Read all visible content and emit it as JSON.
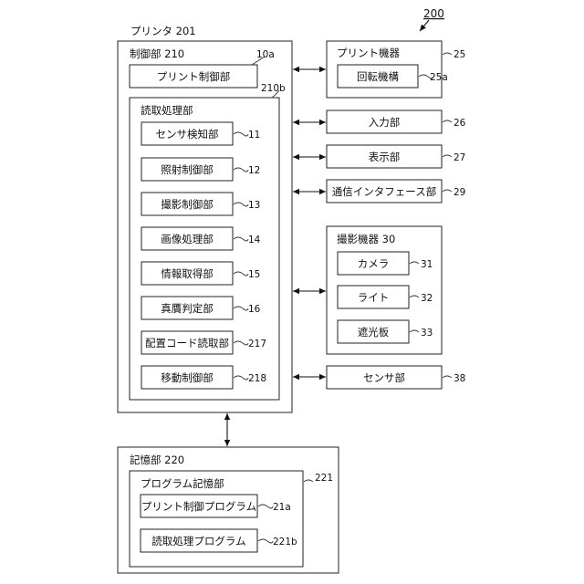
{
  "figure_number": "200",
  "printer": {
    "label": "プリンタ 201",
    "control": {
      "label": "制御部 210",
      "print_control": {
        "label": "プリント制御部",
        "ref": "10a"
      },
      "reading": {
        "label": "読取処理部",
        "ref": "210b",
        "modules": [
          {
            "label": "センサ検知部",
            "ref": "11"
          },
          {
            "label": "照射制御部",
            "ref": "12"
          },
          {
            "label": "撮影制御部",
            "ref": "13"
          },
          {
            "label": "画像処理部",
            "ref": "14"
          },
          {
            "label": "情報取得部",
            "ref": "15"
          },
          {
            "label": "真贋判定部",
            "ref": "16"
          },
          {
            "label": "配置コード読取部",
            "ref": "217"
          },
          {
            "label": "移動制御部",
            "ref": "218"
          }
        ]
      }
    }
  },
  "right_units": {
    "print_device": {
      "label": "プリント機器",
      "ref": "25",
      "rotation": {
        "label": "回転機構",
        "ref": "25a"
      }
    },
    "input": {
      "label": "入力部",
      "ref": "26"
    },
    "display": {
      "label": "表示部",
      "ref": "27"
    },
    "comm": {
      "label": "通信インタフェース部",
      "ref": "29"
    },
    "camera_device": {
      "label": "撮影機器 30",
      "items": [
        {
          "label": "カメラ",
          "ref": "31"
        },
        {
          "label": "ライト",
          "ref": "32"
        },
        {
          "label": "遮光板",
          "ref": "33"
        }
      ]
    },
    "sensor": {
      "label": "センサ部",
      "ref": "38"
    }
  },
  "storage": {
    "label": "記憶部 220",
    "program_storage": {
      "label": "プログラム記憶部",
      "ref": "221",
      "programs": [
        {
          "label": "プリント制御プログラム",
          "ref": "21a"
        },
        {
          "label": "読取処理プログラム",
          "ref": "221b"
        }
      ]
    }
  }
}
